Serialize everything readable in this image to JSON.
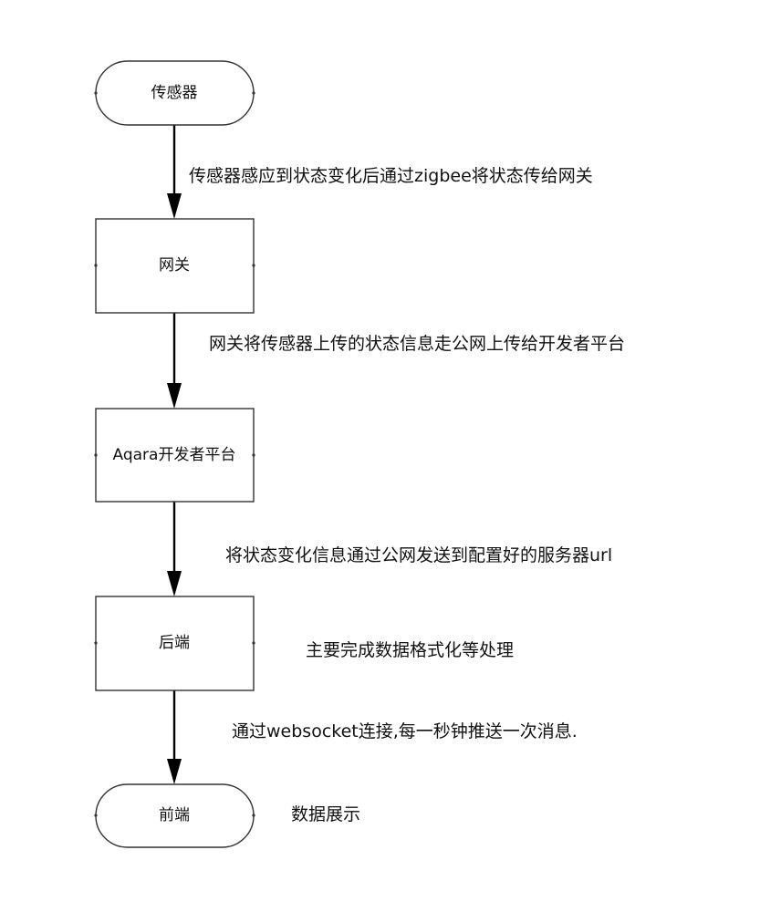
{
  "diagram": {
    "type": "flowchart",
    "nodes": [
      {
        "id": "sensor",
        "shape": "terminal",
        "label": "传感器"
      },
      {
        "id": "gateway",
        "shape": "process",
        "label": "网关"
      },
      {
        "id": "platform",
        "shape": "process",
        "label": "Aqara开发者平台"
      },
      {
        "id": "backend",
        "shape": "process",
        "label": "后端"
      },
      {
        "id": "frontend",
        "shape": "terminal",
        "label": "前端"
      }
    ],
    "edges": [
      {
        "from": "sensor",
        "to": "gateway",
        "label": "传感器感应到状态变化后通过zigbee将状态传给网关"
      },
      {
        "from": "gateway",
        "to": "platform",
        "label": "网关将传感器上传的状态信息走公网上传给开发者平台"
      },
      {
        "from": "platform",
        "to": "backend",
        "label": "将状态变化信息通过公网发送到配置好的服务器url"
      },
      {
        "from": "backend",
        "to": "frontend",
        "label": "通过websocket连接,每一秒钟推送一次消息."
      }
    ],
    "annotations": [
      {
        "node": "backend",
        "text": "主要完成数据格式化等处理"
      },
      {
        "node": "frontend",
        "text": "数据展示"
      }
    ]
  }
}
